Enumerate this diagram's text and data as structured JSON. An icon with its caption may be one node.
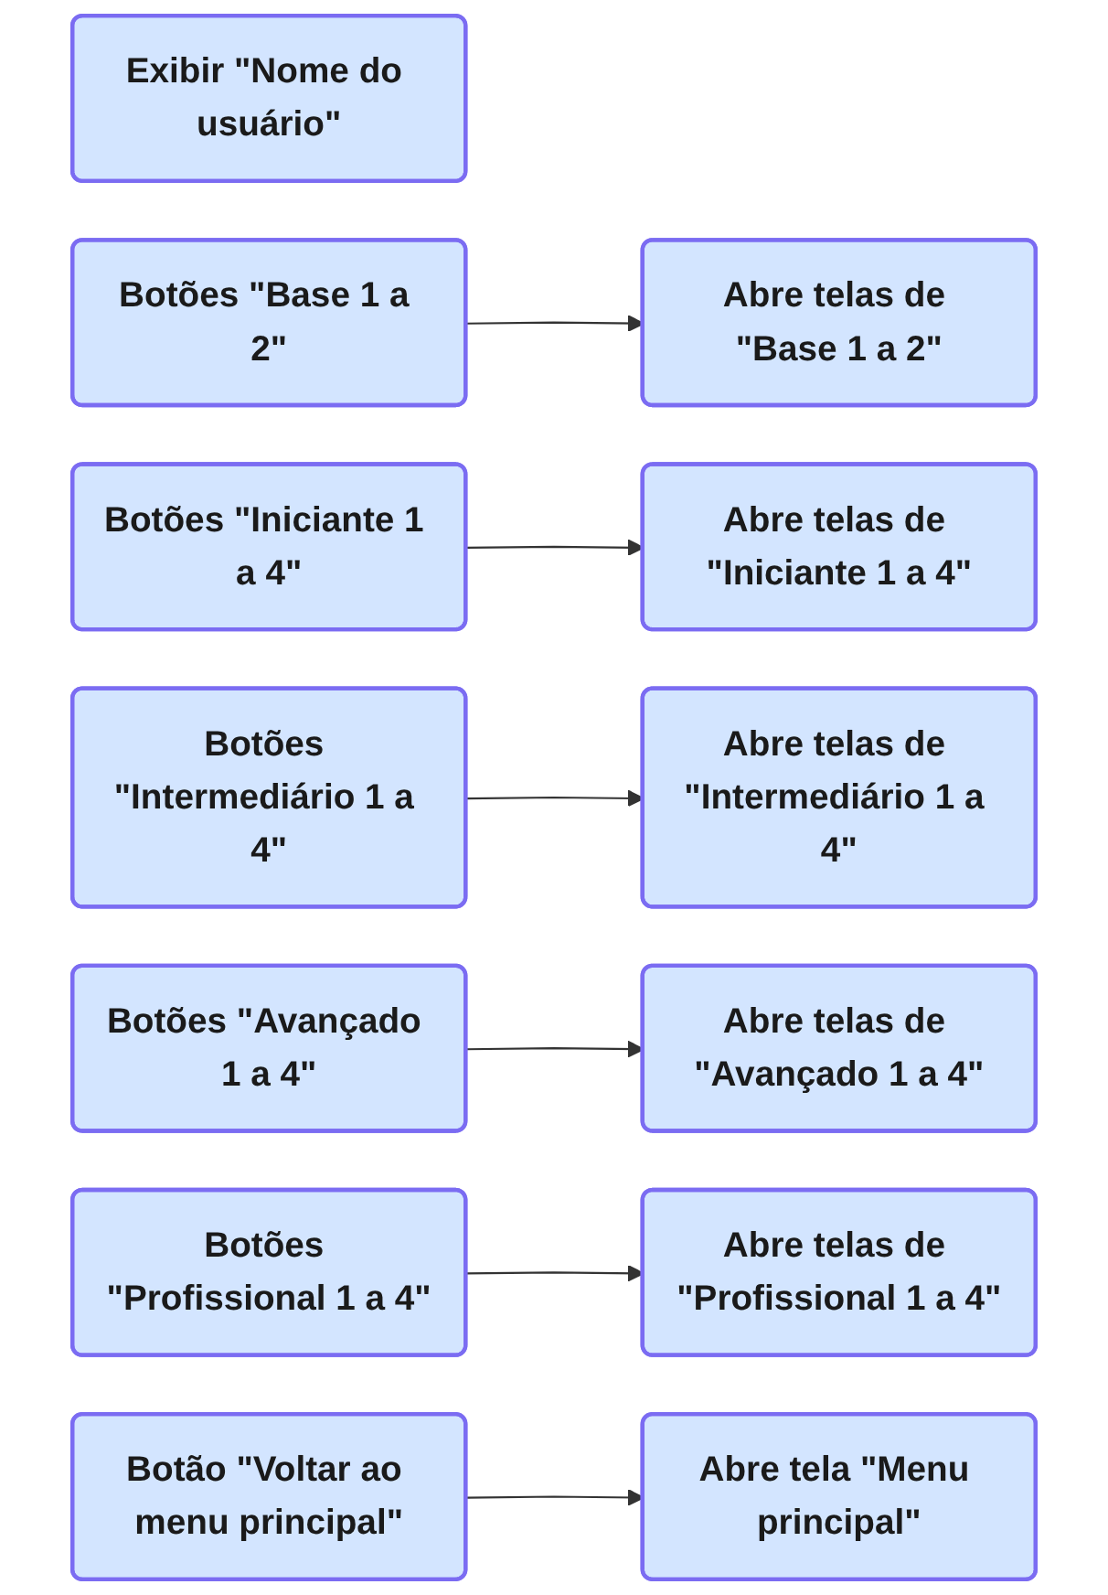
{
  "diagram": {
    "nodes": [
      {
        "text": [
          "Exibir \"Nome do usuário\""
        ]
      },
      {
        "text": [
          "Botões \"Base 1 a 2\""
        ]
      },
      {
        "text": [
          "Abre telas de \"Base 1 a 2\""
        ]
      },
      {
        "text": [
          "Botões \"Iniciante 1 a 4\""
        ]
      },
      {
        "text": [
          "Abre telas de \"Iniciante 1 a 4\""
        ]
      },
      {
        "text": [
          "Botões \"Intermediário 1 a 4\""
        ]
      },
      {
        "text": [
          "Abre telas de \"Intermediário 1 a 4\""
        ]
      },
      {
        "text": [
          "Botões \"Avançado 1 a 4\""
        ]
      },
      {
        "text": [
          "Abre telas de \"Avançado 1 a 4\""
        ]
      },
      {
        "text": [
          "Botões \"Profissional 1 a 4\""
        ]
      },
      {
        "text": [
          "Abre telas de \"Profissional 1 a 4\""
        ]
      },
      {
        "text": [
          "Botão \"Voltar ao menu principal\""
        ]
      },
      {
        "text": [
          "Abre tela \"Menu principal\""
        ]
      }
    ],
    "edges": [
      {
        "from": 1,
        "to": 2,
        "arrow": "to"
      },
      {
        "from": 3,
        "to": 4,
        "arrow": "to"
      },
      {
        "from": 5,
        "to": 6,
        "arrow": "to"
      },
      {
        "from": 7,
        "to": 8,
        "arrow": "to"
      },
      {
        "from": 9,
        "to": 10,
        "arrow": "to"
      },
      {
        "from": 11,
        "to": 12,
        "arrow": "to"
      }
    ]
  }
}
